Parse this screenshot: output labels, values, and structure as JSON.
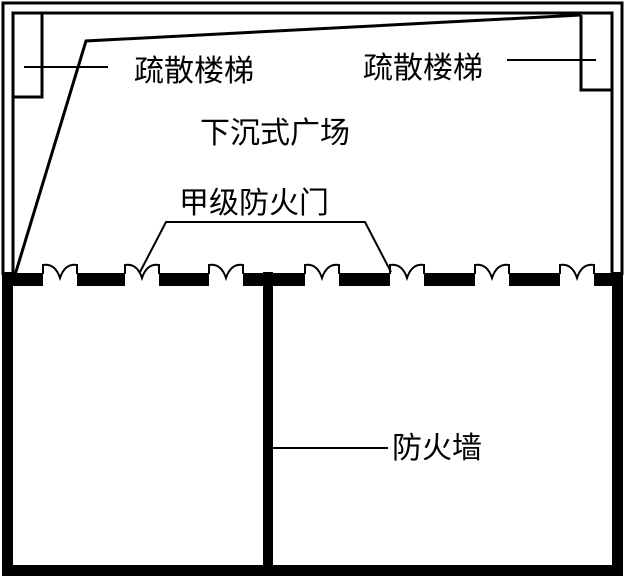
{
  "labels": {
    "stair_left": "疏散楼梯",
    "stair_right": "疏散楼梯",
    "sunken_plaza": "下沉式广场",
    "fire_door": "甲级防火门",
    "fire_wall": "防火墙"
  },
  "colors": {
    "line": "#000000",
    "background": "#ffffff"
  },
  "door_count": 7
}
